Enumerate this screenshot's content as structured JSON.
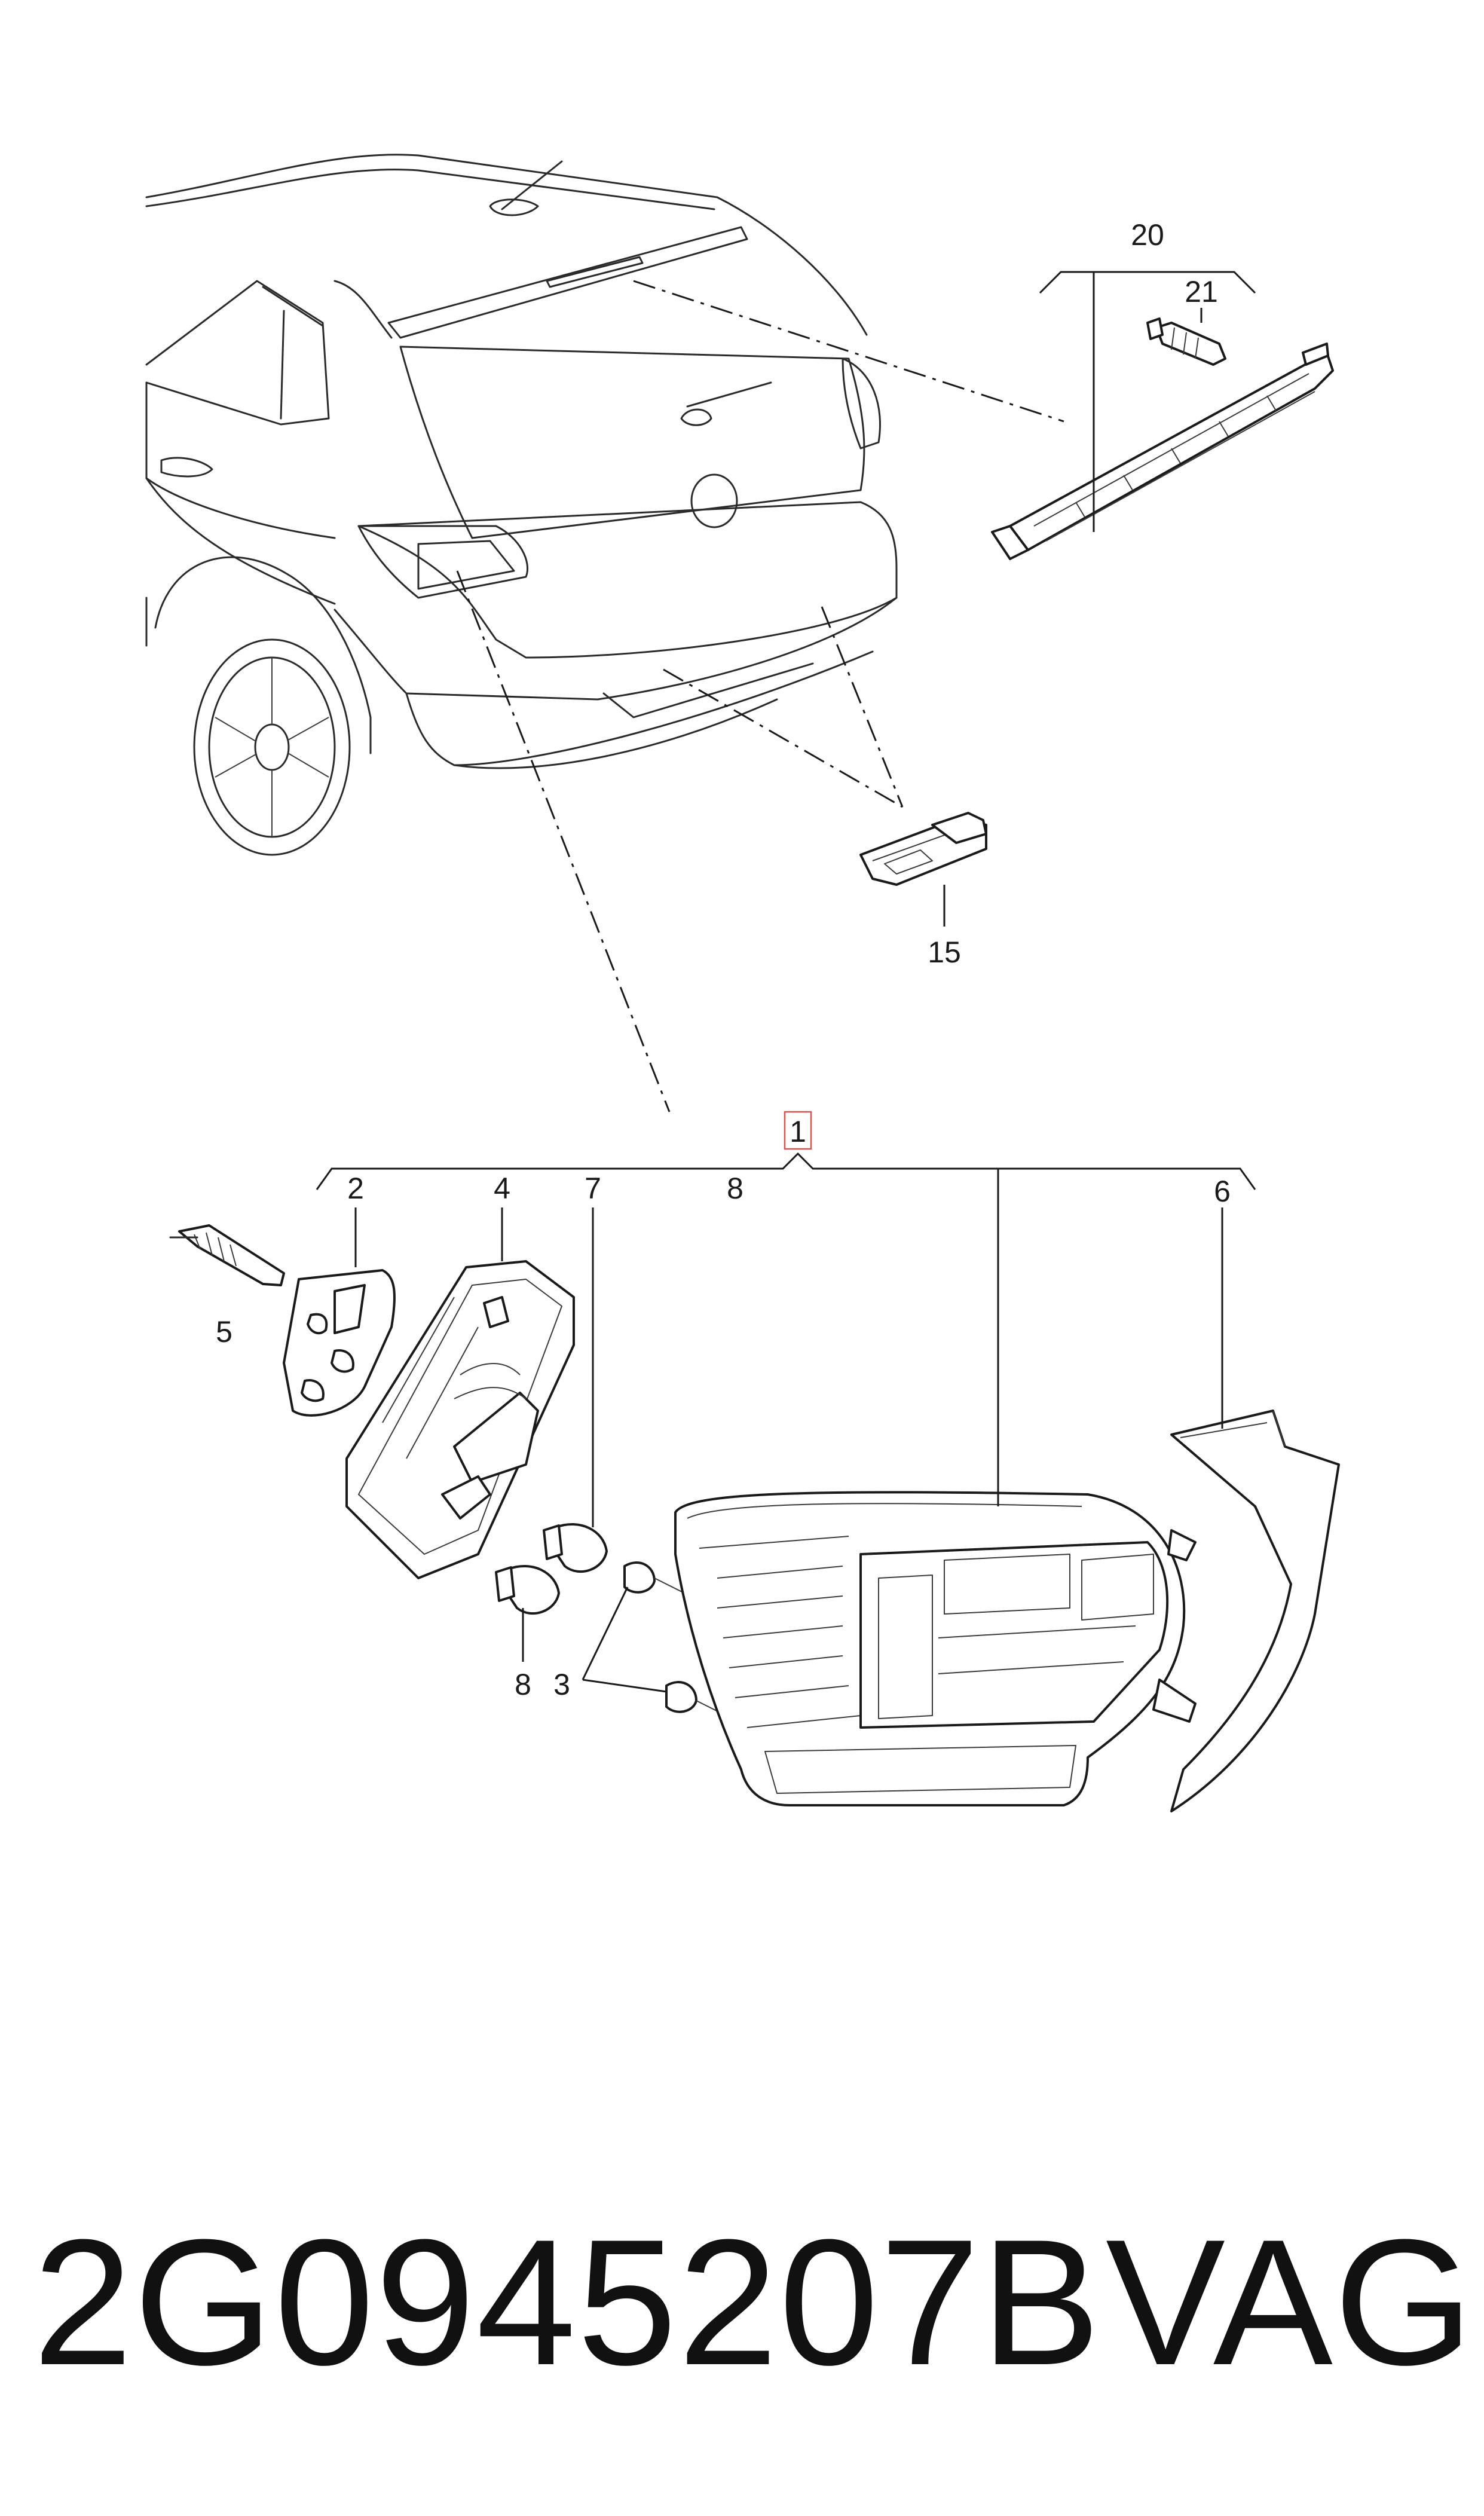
{
  "diagram": {
    "callouts": {
      "c1": "1",
      "c2": "2",
      "c3": "3",
      "c4": "4",
      "c5": "5",
      "c6": "6",
      "c7": "7",
      "c8_top": "8",
      "c8_bottom": "8",
      "c15": "15",
      "c20": "20",
      "c21": "21"
    },
    "highlighted_callout": "1",
    "caption": {
      "part_number": "2G0945207B",
      "brand": "VAG"
    }
  }
}
